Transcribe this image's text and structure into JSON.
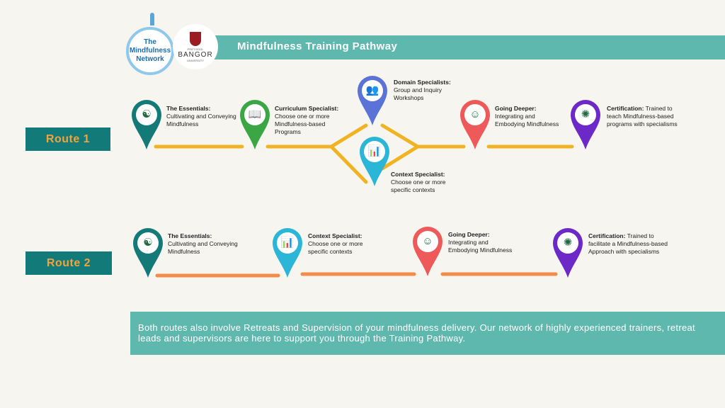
{
  "header": {
    "title": "Mindfulness Training Pathway",
    "logo_network_lines": [
      "The",
      "Mindfulness",
      "Network"
    ],
    "logo_bangor_small": "PRIFYSGOL",
    "logo_bangor_big": "BANGOR",
    "logo_bangor_small2": "UNIVERSITY"
  },
  "routes": [
    {
      "label": "Route 1",
      "steps": [
        {
          "title": "The Essentials:",
          "text": "Cultivating and Conveying Mindfulness",
          "color": "#137a78",
          "icon": "meditation-icon"
        },
        {
          "title": "Curriculum Specialist:",
          "text": "Choose one or more Mindfulness-based Programs",
          "color": "#3aa744",
          "icon": "book-icon"
        },
        {
          "title": "Domain Specialists:",
          "text": "Group and Inquiry Workshops",
          "color": "#5b73d6",
          "icon": "group-icon"
        },
        {
          "title": "Context Specialist:",
          "text": "Choose one or more specific contexts",
          "color": "#2bb5d6",
          "icon": "presentation-icon"
        },
        {
          "title": "Going Deeper:",
          "text": "Integrating and Embodying Mindfulness",
          "color": "#ee5a5a",
          "icon": "mind-icon"
        },
        {
          "title": "Certification:",
          "text": "Trained to teach Mindfulness-based programs with specialisms",
          "color": "#6c29c7",
          "icon": "certified-meditation-icon"
        }
      ]
    },
    {
      "label": "Route 2",
      "steps": [
        {
          "title": "The Essentials:",
          "text": "Cultivating and Conveying Mindfulness",
          "color": "#137a78",
          "icon": "meditation-icon"
        },
        {
          "title": "Context Specialist:",
          "text": "Choose one or more specific contexts",
          "color": "#2bb5d6",
          "icon": "presentation-icon"
        },
        {
          "title": "Going Deeper:",
          "text": "Integrating and Embodying Mindfulness",
          "color": "#ee5a5a",
          "icon": "mind-icon"
        },
        {
          "title": "Certification:",
          "text": "Trained to facilitate a Mindfulness-based Approach with specialisms",
          "color": "#6c29c7",
          "icon": "certified-meditation-icon"
        }
      ]
    }
  ],
  "colors": {
    "route1_line": "#f0b323",
    "route2_line": "#f28c4a",
    "teal": "#5fb8ad"
  },
  "footer": {
    "text": "Both routes also involve Retreats and Supervision of your mindfulness delivery. Our network of highly experienced trainers, retreat leads and supervisors are here to support you through the Training Pathway."
  }
}
